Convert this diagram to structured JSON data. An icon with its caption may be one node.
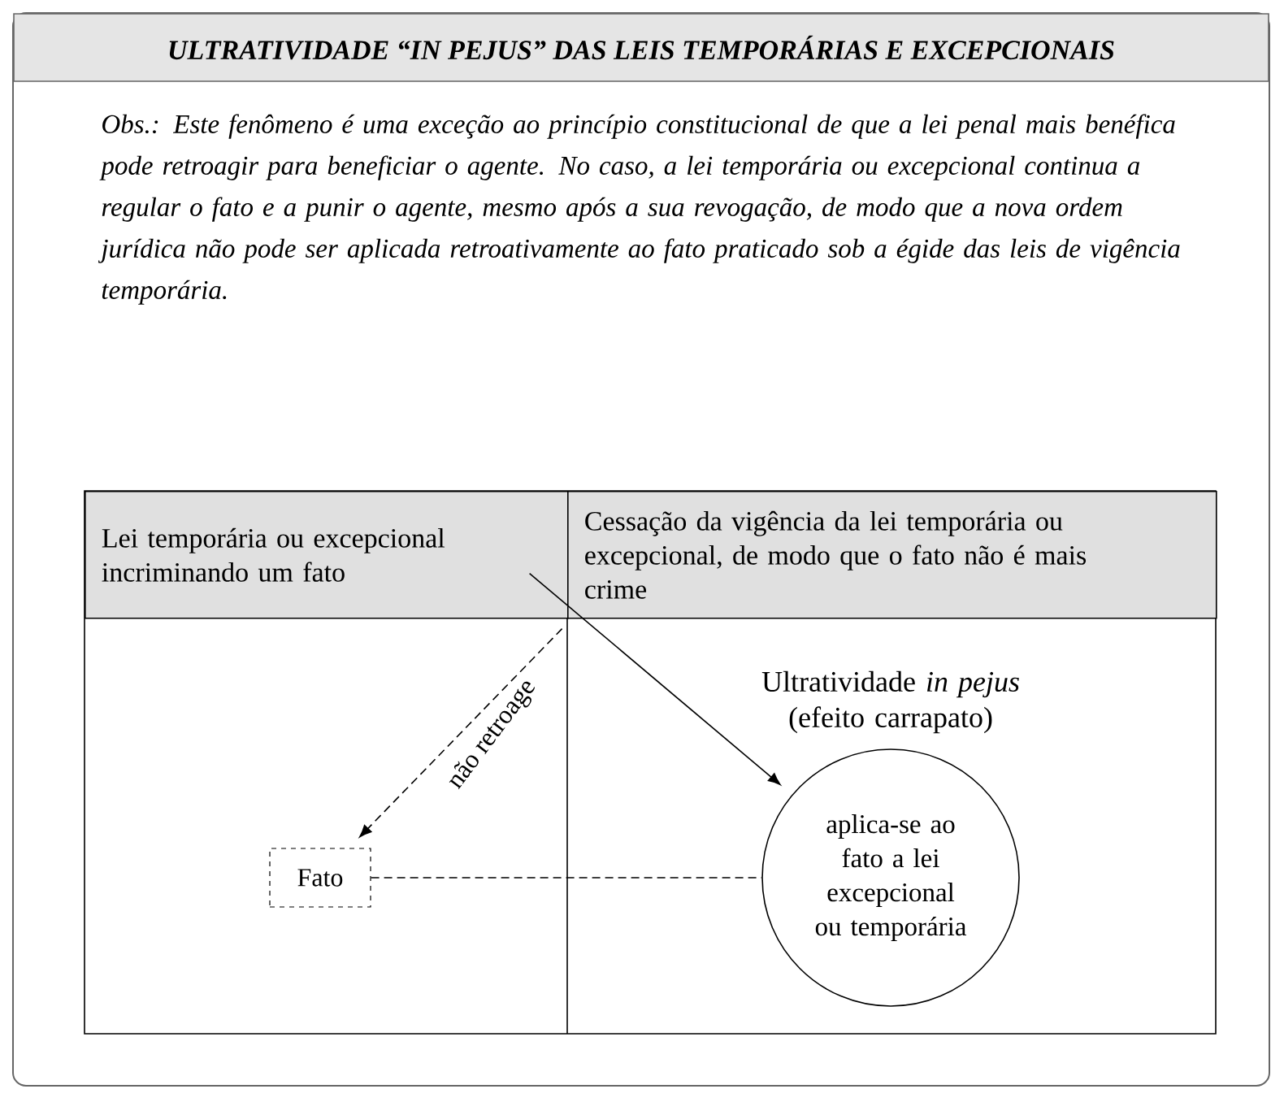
{
  "diagram": {
    "title": "ULTRATIVIDADE “IN PEJUS” DAS LEIS TEMPORÁRIAS E EXCEPCIONAIS",
    "nodes": [
      {
        "text": [
          "Lei temporária ou excepcional incriminando um fato"
        ]
      },
      {
        "text": [
          "Cessação da vigência da lei temporária ou excepcional, de modo que o fato não é mais crime"
        ]
      },
      {
        "text": [
          "Fato"
        ]
      },
      {
        "text": [
          "aplica-se ao fato a lei excepcional ou temporária"
        ]
      }
    ],
    "edges": [
      {
        "from": 0,
        "to": 3,
        "arrow": "to"
      },
      {
        "from": 0,
        "to": 2,
        "arrow": "to",
        "style": "dashed",
        "label": "não retroage"
      },
      {
        "from": 2,
        "to": 3,
        "arrow": "none",
        "style": "dashed"
      }
    ],
    "labels": [
      "Obs.: Este fenômeno é uma exceção ao princípio constitucional de que a lei penal mais benéfica pode retroagir para beneficiar o agente. No caso, a lei temporária ou excepcional continua a regular o fato e a punir o agente, mesmo após a sua revogação, de modo que a nova ordem jurídica não pode ser aplicada retroativamente ao fato praticado sob a égide das leis de vigência temporária.",
      "Ultratividade *in pejus* (efeito carrapato)"
    ]
  }
}
